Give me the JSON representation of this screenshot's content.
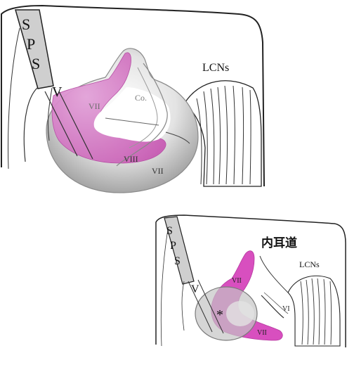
{
  "upper": {
    "sps": [
      "S",
      "P",
      "S"
    ],
    "v": "V",
    "vii_a": "VII",
    "co": "Co.",
    "viii": "VIII",
    "vii_b": "VII",
    "lcns": "LCNs"
  },
  "lower": {
    "sps": [
      "S",
      "P",
      "S"
    ],
    "iac": "内耳道",
    "lcns": "LCNs",
    "v": "V",
    "vii_a": "VII",
    "vi": "VI",
    "asterisk": "*",
    "vii_b": "VII"
  },
  "colors": {
    "magenta": "#cf4bb7",
    "magenta_light": "#dd8fd0",
    "gray_tumor": "#bdbdbd",
    "gray_dark": "#8a8a8a",
    "sps_fill": "#cfcfcf",
    "line": "#222222"
  }
}
